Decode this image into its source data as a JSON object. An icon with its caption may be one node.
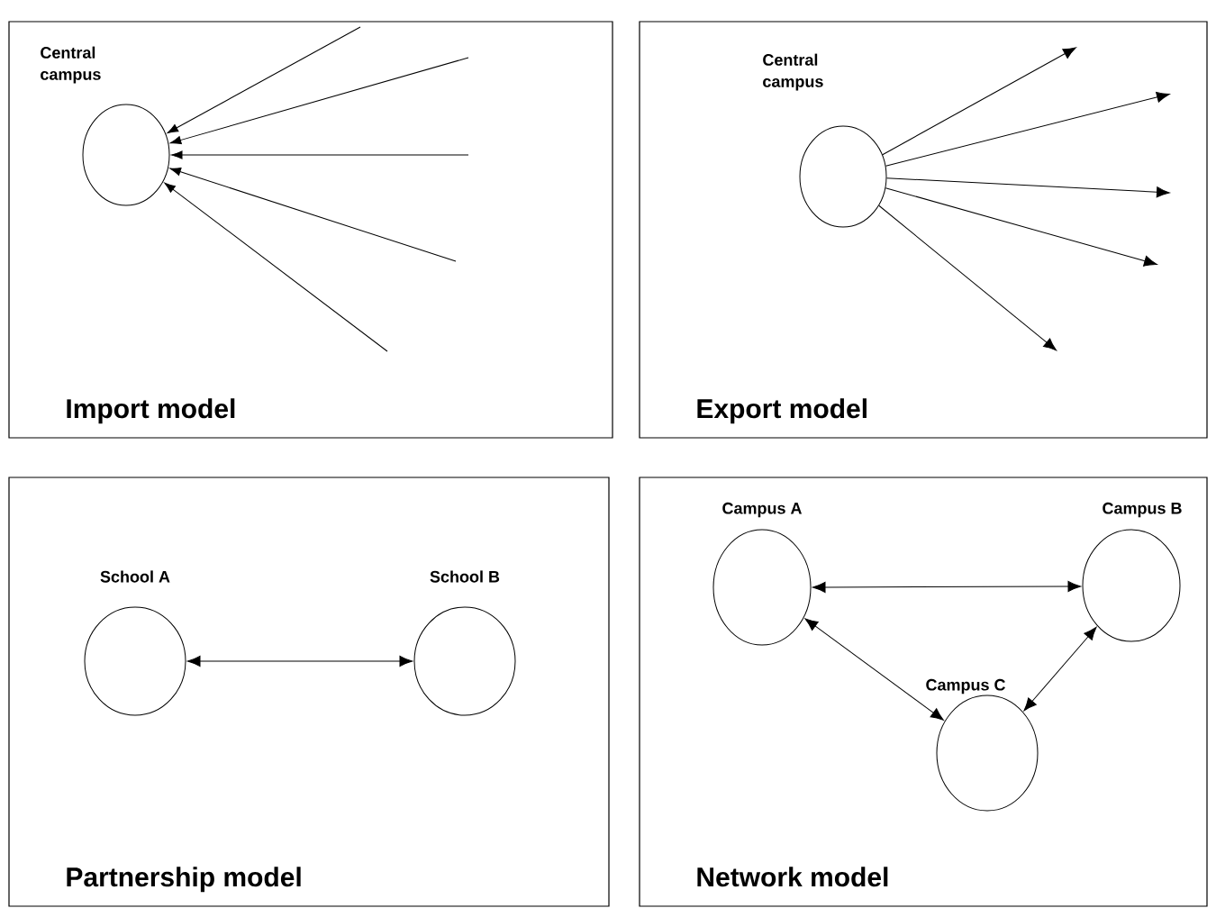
{
  "diagram": {
    "nodes": [
      {
        "text": [
          "Import model"
        ]
      },
      {
        "text": [
          "Central campus"
        ],
        "in": 0
      },
      {
        "text": [
          "Export model"
        ]
      },
      {
        "text": [
          "Central campus"
        ],
        "in": 2
      },
      {
        "text": [
          "Partnership model"
        ]
      },
      {
        "text": [
          "School A"
        ],
        "in": 4
      },
      {
        "text": [
          "School B"
        ],
        "in": 4
      },
      {
        "text": [
          "Network model"
        ]
      },
      {
        "text": [
          "Campus A"
        ],
        "in": 7
      },
      {
        "text": [
          "Campus B"
        ],
        "in": 7
      },
      {
        "text": [
          "Campus C"
        ],
        "in": 7
      }
    ],
    "edges": [
      {
        "from": null,
        "to": 1,
        "arrow": "to"
      },
      {
        "from": null,
        "to": 1,
        "arrow": "to"
      },
      {
        "from": null,
        "to": 1,
        "arrow": "to"
      },
      {
        "from": null,
        "to": 1,
        "arrow": "to"
      },
      {
        "from": null,
        "to": 1,
        "arrow": "to"
      },
      {
        "from": 3,
        "to": null,
        "arrow": "to"
      },
      {
        "from": 3,
        "to": null,
        "arrow": "to"
      },
      {
        "from": 3,
        "to": null,
        "arrow": "to"
      },
      {
        "from": 3,
        "to": null,
        "arrow": "to"
      },
      {
        "from": 3,
        "to": null,
        "arrow": "to"
      },
      {
        "from": 5,
        "to": 6,
        "arrow": "both"
      },
      {
        "from": 8,
        "to": 9,
        "arrow": "both"
      },
      {
        "from": 8,
        "to": 10,
        "arrow": "both"
      },
      {
        "from": 9,
        "to": 10,
        "arrow": "both"
      }
    ]
  }
}
